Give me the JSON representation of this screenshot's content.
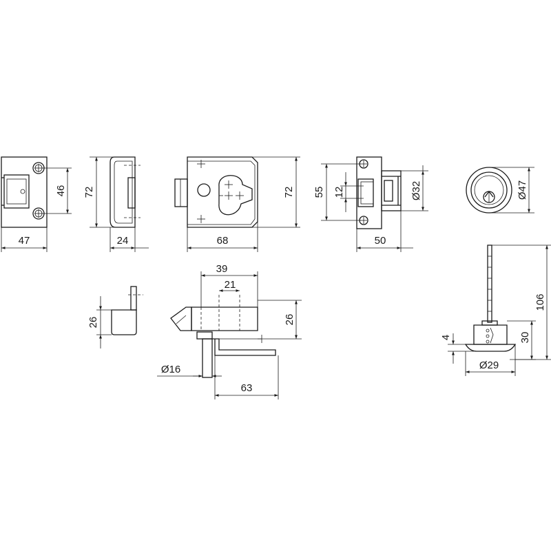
{
  "dimensions": {
    "strike_width": "47",
    "strike_height": "46",
    "side_height": "72",
    "side_depth": "24",
    "front_width": "68",
    "front_height": "72",
    "rear_height": "55",
    "rear_bolt": "12",
    "rear_depth": "50",
    "rear_cylinder": "Ø32",
    "cylinder_diameter": "Ø47",
    "top_overall": "39",
    "top_inner": "21",
    "top_height": "26",
    "small_height": "26",
    "knob_diameter": "Ø16",
    "handle_length": "63",
    "spindle_length": "106",
    "rose_height": "30",
    "rose_thickness": "4",
    "rose_diameter": "Ø29"
  },
  "colors": {
    "line": "#1a1a1a",
    "background": "#ffffff"
  }
}
